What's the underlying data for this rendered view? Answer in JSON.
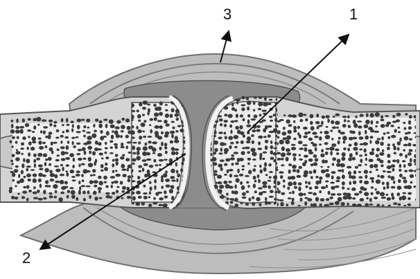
{
  "diagram": {
    "callouts": [
      {
        "id": "1",
        "label": "1"
      },
      {
        "id": "2",
        "label": "2"
      },
      {
        "id": "3",
        "label": "3"
      }
    ],
    "colors": {
      "background": "#ffffff",
      "capsule_outer": "#b9b9b9",
      "capsule_mid": "#d6d6d6",
      "capsule_line": "#6f6f6f",
      "bone_shaft": "#d4d4d4",
      "marrow_cavity": "#c9c9c9",
      "spongy_bone": "#efefef",
      "spongy_pore": "#3a3a3a",
      "joint_cavity": "#8c8c8c",
      "cartilage": "#eeeeee",
      "synovial_membrane": "#a6a6a6",
      "arrow": "#111111"
    }
  }
}
